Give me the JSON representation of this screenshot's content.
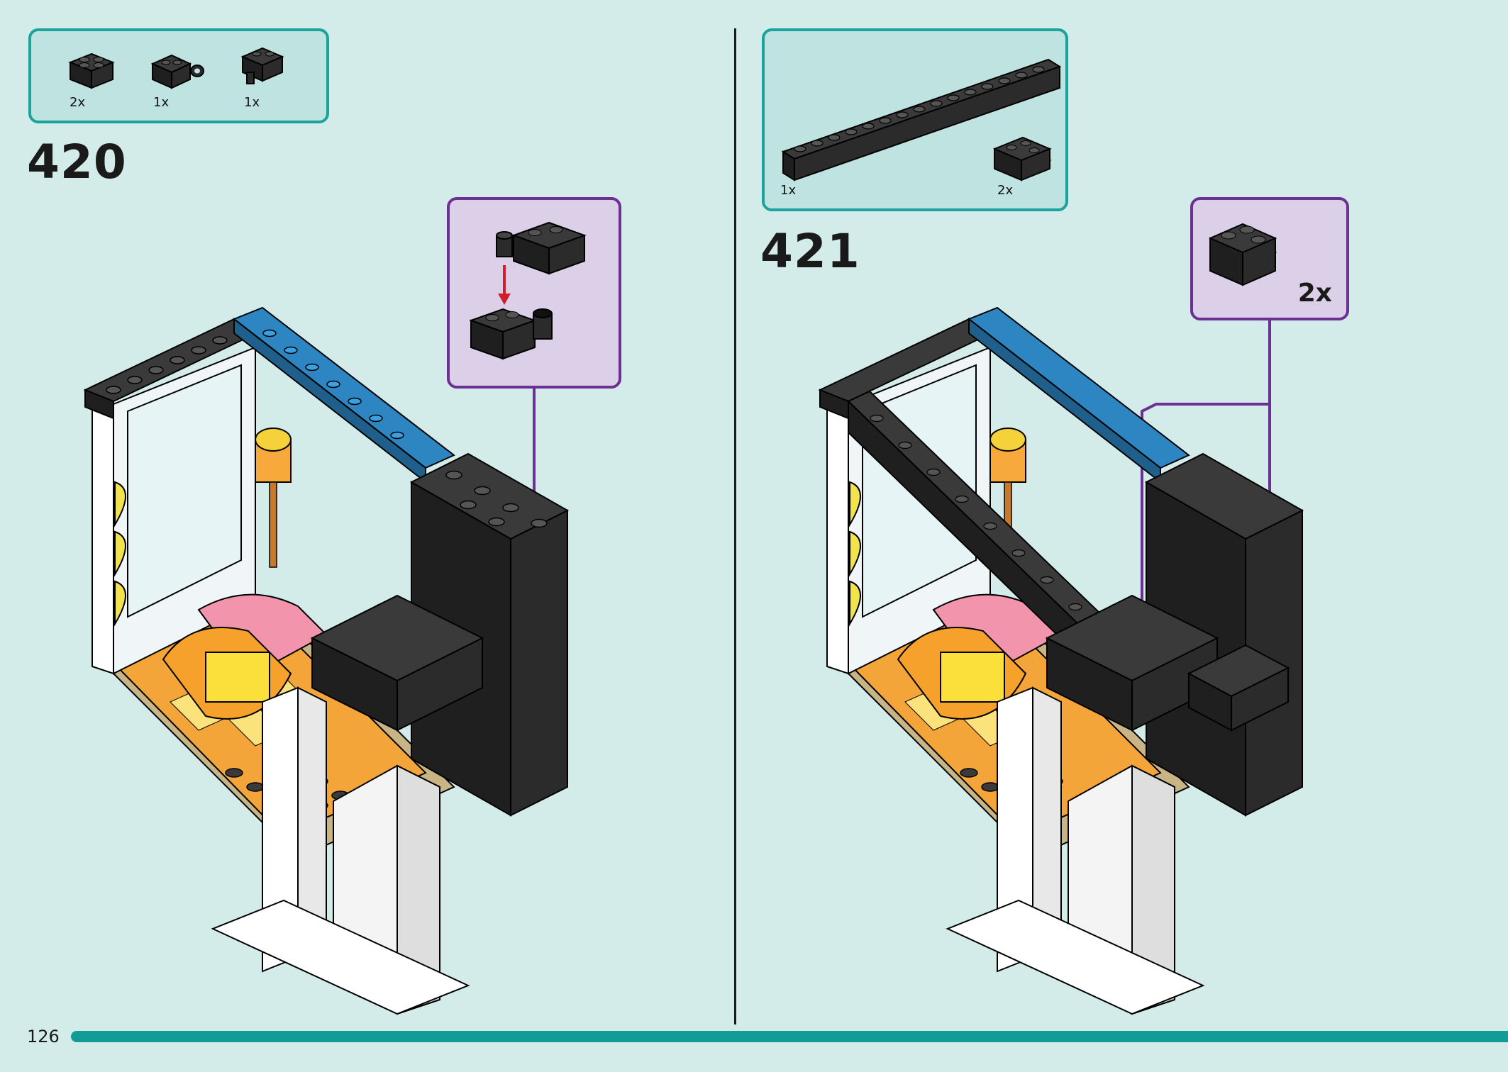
{
  "steps": [
    {
      "number": "420",
      "parts": [
        {
          "qty": "2x",
          "icon": "black-brick-2x2-icon"
        },
        {
          "qty": "1x",
          "icon": "black-brick-with-clip-icon"
        },
        {
          "qty": "1x",
          "icon": "black-brick-with-pin-icon"
        }
      ],
      "callout": {
        "qty": ""
      }
    },
    {
      "number": "421",
      "parts": [
        {
          "qty": "1x",
          "icon": "black-long-plate-1x16-icon"
        },
        {
          "qty": "2x",
          "icon": "black-corner-brick-icon"
        }
      ],
      "callout": {
        "qty": "2x"
      }
    }
  ],
  "footer": {
    "page_number": "126"
  },
  "colors": {
    "background": "#d3ecea",
    "parts_border": "#1aa39c",
    "callout_border": "#6c2f93",
    "progress": "#139c96"
  }
}
